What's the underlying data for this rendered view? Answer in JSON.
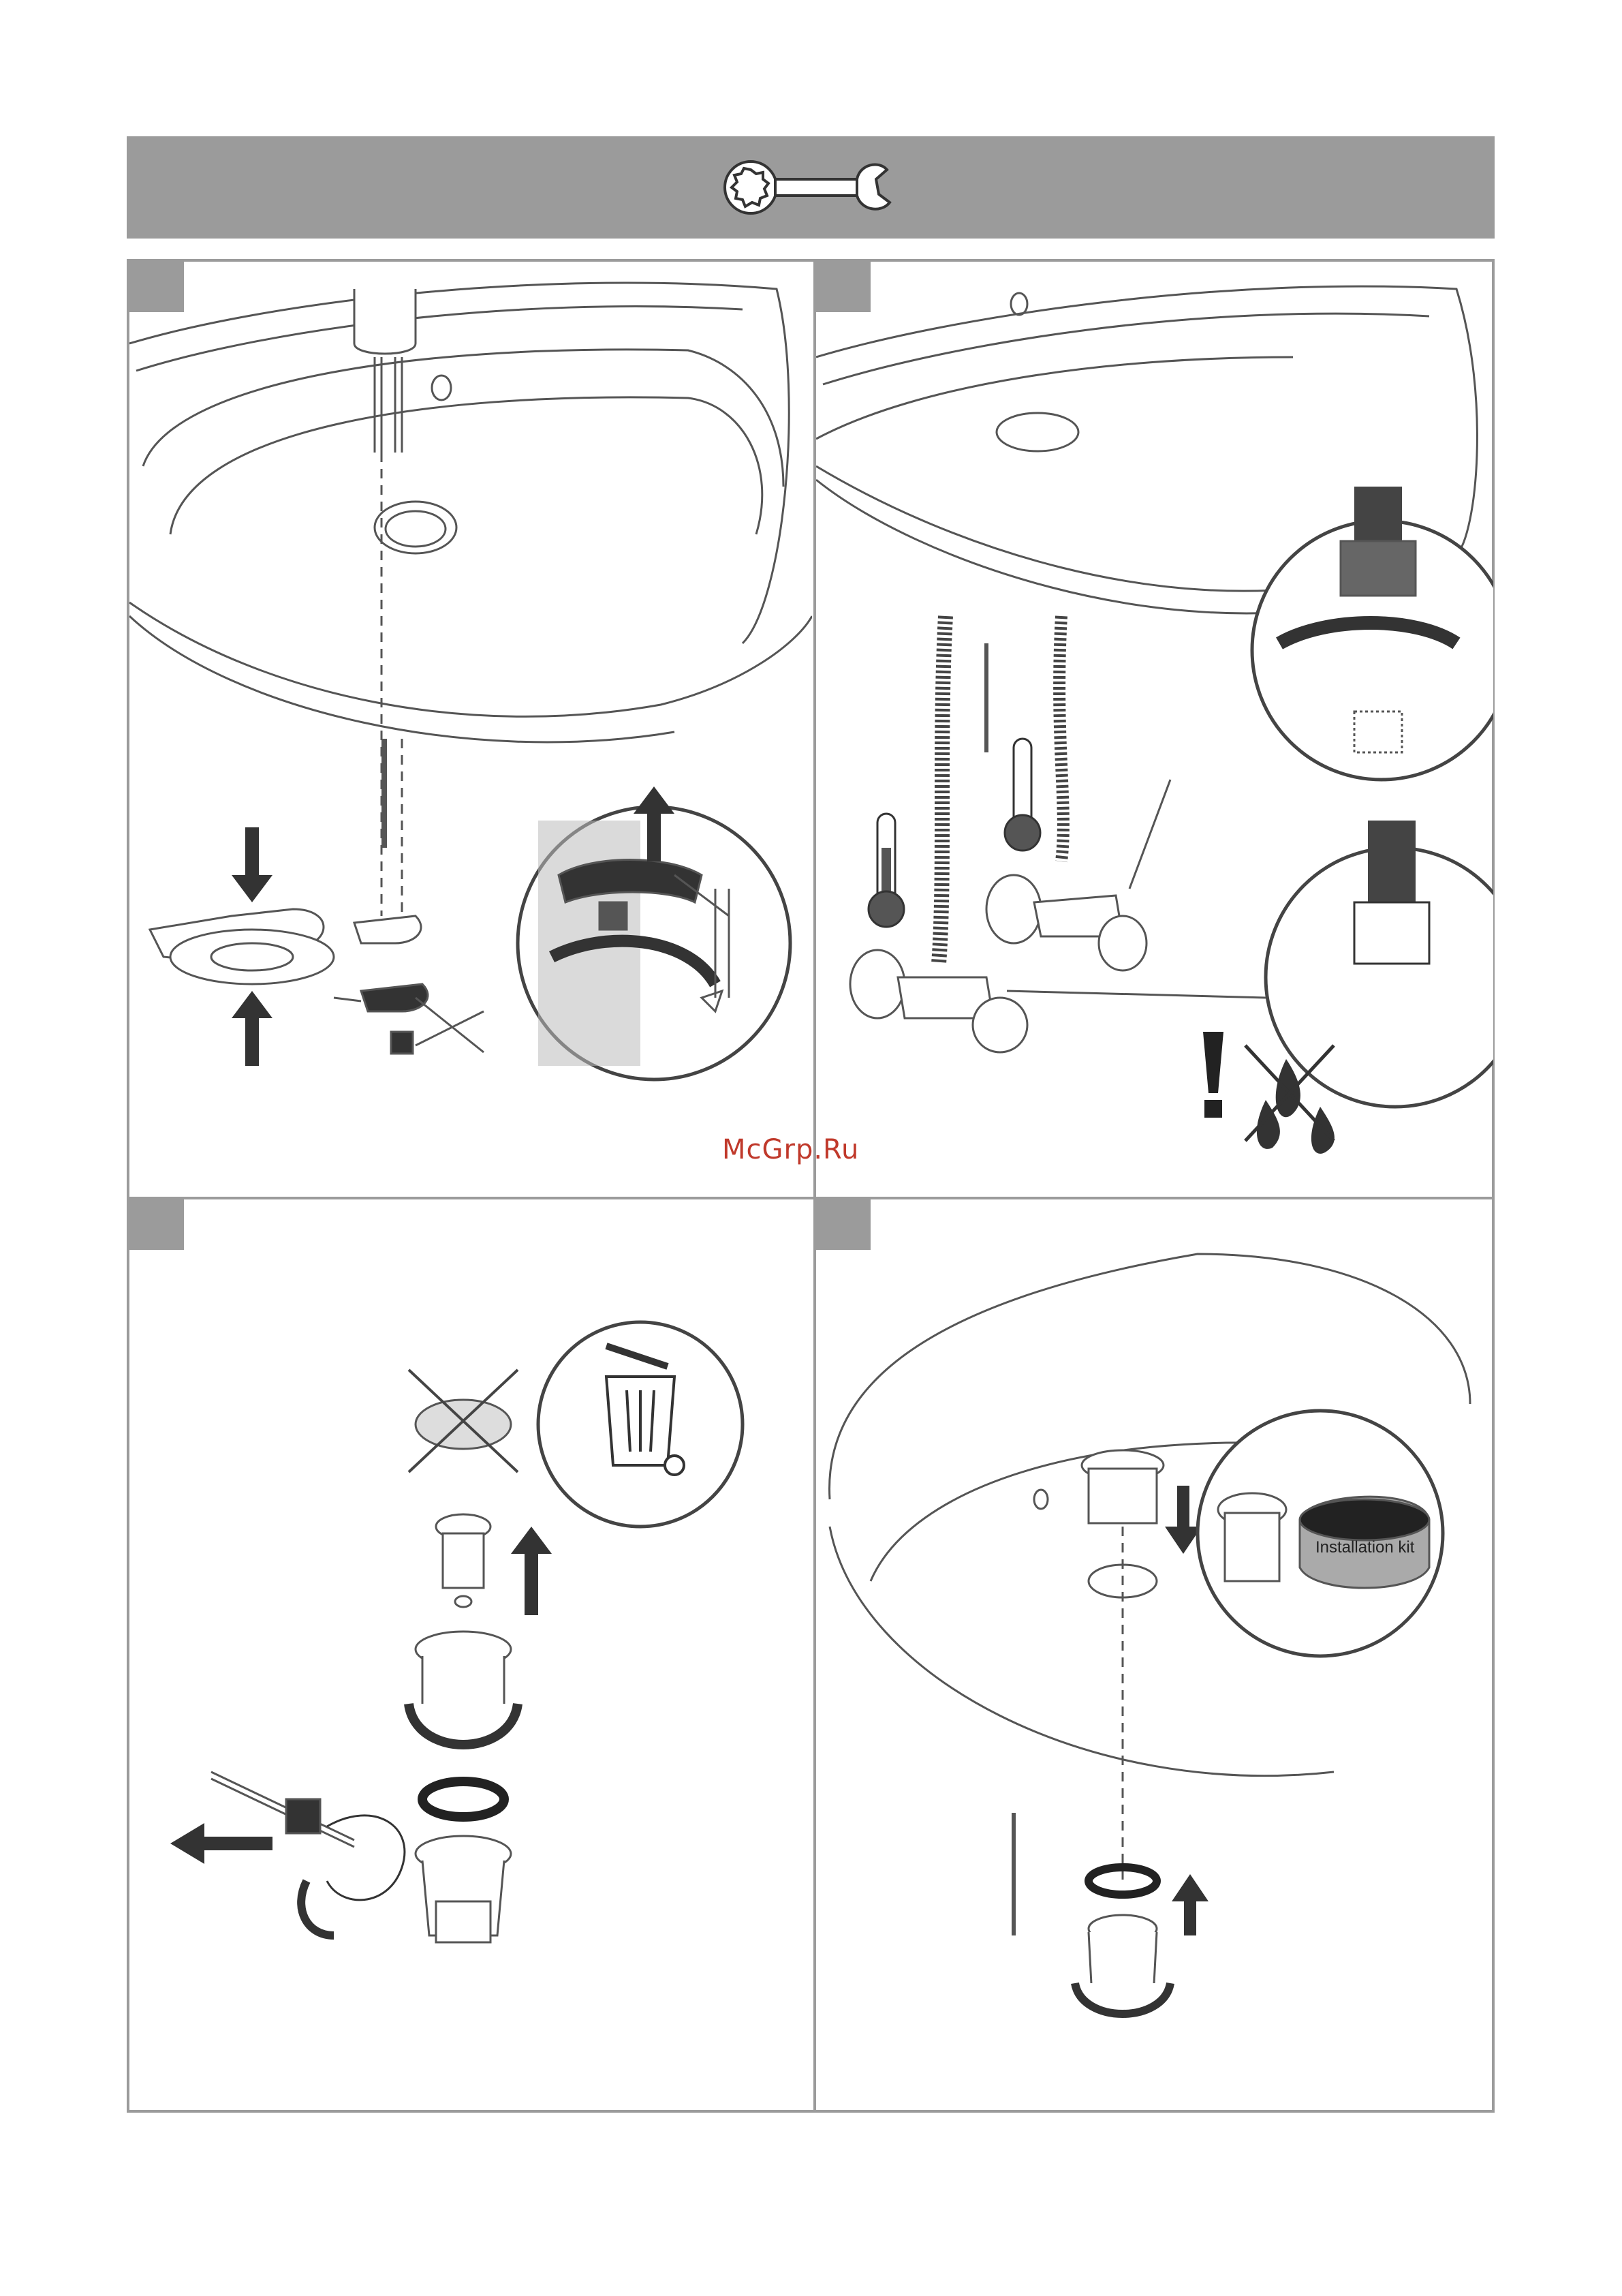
{
  "header": {
    "icon": "wrench-icon"
  },
  "watermark": "McGrp.Ru",
  "panels": [
    {
      "icons": [
        "basin",
        "mounting-bracket",
        "arrow-up-icon",
        "arrow-down-icon",
        "rotate-icon"
      ]
    },
    {
      "icons": [
        "hot-thermometer-icon",
        "cold-thermometer-icon",
        "warning-icon",
        "water-drop-icon"
      ]
    },
    {
      "icons": [
        "cross-out-icon",
        "trash-bin-icon",
        "arrow-left-icon",
        "rotate-icon"
      ]
    },
    {
      "kit_label": "Installation kit",
      "icons": [
        "arrow-down-icon",
        "arrow-up-icon",
        "rotate-icon"
      ]
    }
  ],
  "colors": {
    "header": "#9b9b9b",
    "frame": "#9b9b9b",
    "line": "#3a3a3a",
    "hot": "#5c5c5c",
    "watermark": "#c0392b"
  }
}
